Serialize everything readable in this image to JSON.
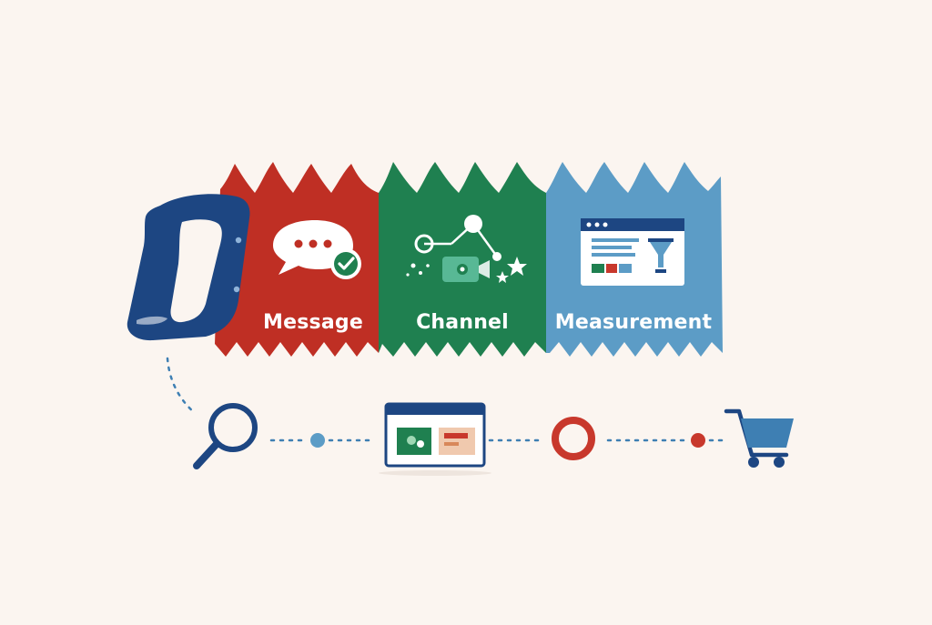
{
  "colors": {
    "background": "#fbf5f0",
    "message": "#bf2f24",
    "channel": "#1f8050",
    "measurement": "#5c9cc6",
    "handle": "#1d4682",
    "connector": "#3e7fb3",
    "accent_red": "#c8382c"
  },
  "saw": {
    "segments": [
      {
        "label": "Message",
        "icon": "chat-bubble-check-icon",
        "color": "#bf2f24"
      },
      {
        "label": "Channel",
        "icon": "network-video-icon",
        "color": "#1f8050"
      },
      {
        "label": "Measurement",
        "icon": "dashboard-funnel-icon",
        "color": "#5c9cc6"
      }
    ],
    "handle_icon": "saw-handle-icon"
  },
  "journey": {
    "steps": [
      {
        "icon": "magnifier-icon"
      },
      {
        "icon": "blue-dot-icon"
      },
      {
        "icon": "browser-window-icon"
      },
      {
        "icon": "red-ring-icon"
      },
      {
        "icon": "red-dot-icon"
      },
      {
        "icon": "shopping-cart-icon"
      }
    ]
  }
}
